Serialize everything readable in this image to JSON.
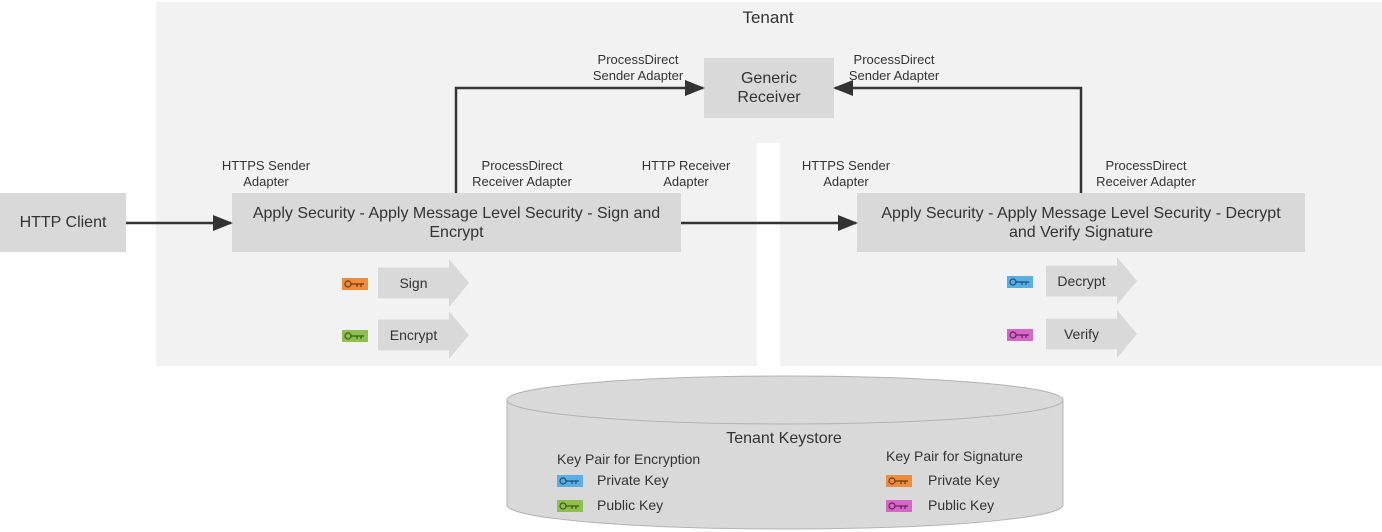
{
  "tenant": {
    "title": "Tenant"
  },
  "http_client": {
    "label": "HTTP Client"
  },
  "generic_receiver": {
    "label": "Generic Receiver"
  },
  "left_flow": {
    "label": "Apply Security - Apply Message Level Security - Sign and Encrypt",
    "https_sender_label": "HTTPS Sender Adapter",
    "pd_receiver_label": "ProcessDirect Receiver Adapter",
    "http_receiver_label": "HTTP Receiver Adapter",
    "pd_sender_label": "ProcessDirect Sender Adapter",
    "steps": [
      {
        "label": "Sign",
        "key_color": "#ef8c3b"
      },
      {
        "label": "Encrypt",
        "key_color": "#8fbf4d"
      }
    ]
  },
  "right_flow": {
    "label": "Apply Security - Apply Message Level Security - Decrypt and Verify Signature",
    "https_sender_label": "HTTPS Sender Adapter",
    "pd_receiver_label": "ProcessDirect Receiver Adapter",
    "pd_sender_label": "ProcessDirect Sender Adapter",
    "steps": [
      {
        "label": "Decrypt",
        "key_color": "#5aaee6"
      },
      {
        "label": "Verify",
        "key_color": "#d766c9"
      }
    ]
  },
  "keystore": {
    "title": "Tenant Keystore",
    "encryption": {
      "title": "Key Pair for Encryption",
      "private_label": "Private Key",
      "private_color": "#5aaee6",
      "public_label": "Public Key",
      "public_color": "#8fbf4d"
    },
    "signature": {
      "title": "Key Pair for Signature",
      "private_label": "Private Key",
      "private_color": "#ef8c3b",
      "public_label": "Public Key",
      "public_color": "#d766c9"
    }
  },
  "colors": {
    "panel": "#f2f2f2",
    "box": "#d9d9d9",
    "connector": "#333333"
  }
}
